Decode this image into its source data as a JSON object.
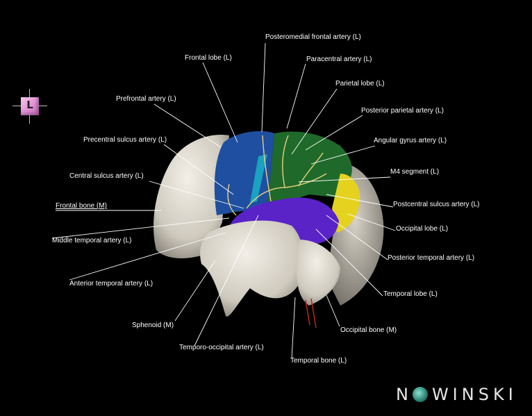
{
  "orientation": {
    "letter": "L"
  },
  "logo": {
    "text_before": "N",
    "text_after": "WINSKI"
  },
  "colors": {
    "background": "#000000",
    "bone": "#d9d5cb",
    "frontal_lobe": "#1f4fa0",
    "parietal_lobe": "#1f6a2a",
    "temporal_lobe": "#5a23c8",
    "occipital_lobe": "#e5d21e",
    "artery": "#e8d27a",
    "leader_line": "#ffffff"
  },
  "labels": {
    "posteromedial_frontal_artery": "Posteromedial frontal artery (L)",
    "frontal_lobe": "Frontal lobe (L)",
    "paracentral_artery": "Paracentral artery (L)",
    "prefrontal_artery": "Prefrontal artery (L)",
    "parietal_lobe": "Parietal lobe (L)",
    "posterior_parietal_artery": "Posterior parietal artery (L)",
    "precentral_sulcus_artery": "Precentral sulcus artery (L)",
    "angular_gyrus_artery": "Angular gyrus artery (L)",
    "m4_segment": "M4 segment (L)",
    "central_sulcus_artery": "Central sulcus artery (L)",
    "postcentral_sulcus_artery": "Postcentral sulcus artery (L)",
    "frontal_bone": "Frontal bone (M)",
    "occipital_lobe": "Occipital lobe (L)",
    "middle_temporal_artery": "Middle temporal artery (L)",
    "posterior_temporal_artery": "Posterior temporal artery (L)",
    "anterior_temporal_artery": "Anterior temporal artery (L)",
    "temporal_lobe": "Temporal lobe (L)",
    "sphenoid": "Sphenoid (M)",
    "occipital_bone": "Occipital bone (M)",
    "temporo_occipital_artery": "Temporo-occipital artery (L)",
    "temporal_bone": "Temporal bone (L)"
  }
}
